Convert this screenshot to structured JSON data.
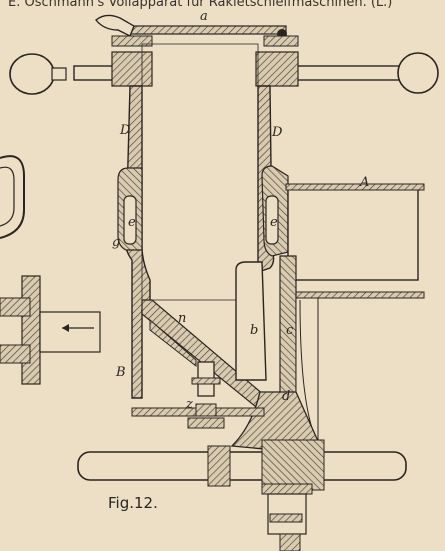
{
  "header": {
    "text": "E. Oschmann's Vollapparat für Rakletschleifmaschinen. (L.)"
  },
  "caption": {
    "text": "Fig.12."
  },
  "labels": {
    "a": "a",
    "D_left": "D",
    "D_right": "D",
    "e_left": "e",
    "e_right": "e",
    "g": "g",
    "A": "A",
    "n": "n",
    "b": "b",
    "c": "c",
    "B": "B",
    "d": "d",
    "z": "z"
  },
  "colors": {
    "paper": "#ecdfc6",
    "ink": "#2a2520",
    "hatch": "#6b5f52"
  }
}
